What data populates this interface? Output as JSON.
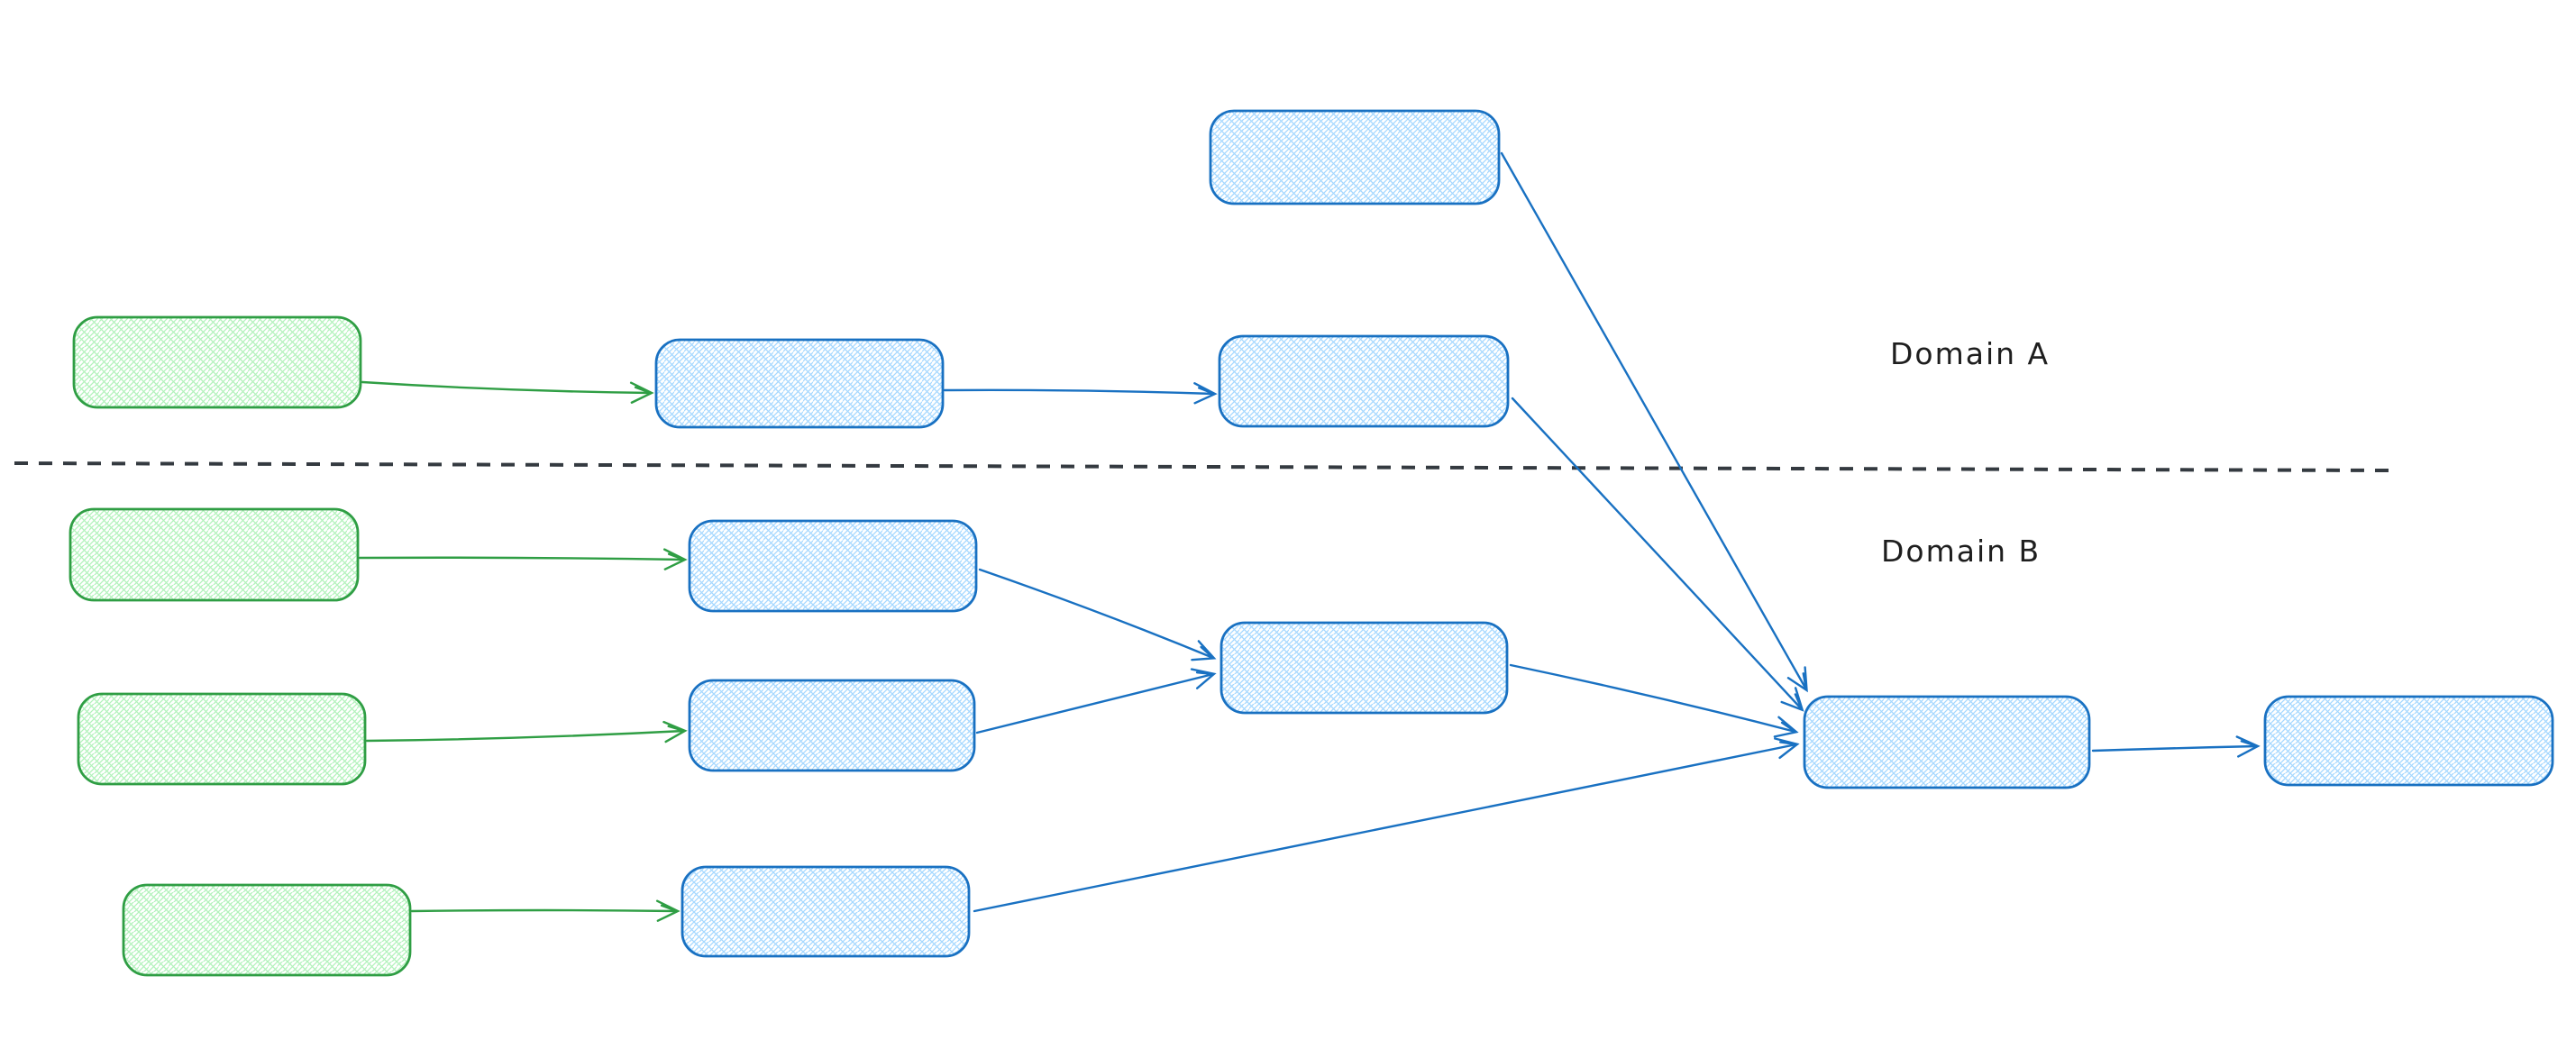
{
  "labels": {
    "domain_a": "Domain A",
    "domain_b": "Domain B"
  },
  "colors": {
    "blue_stroke": "#1971c2",
    "blue_fill": "#a5d8ff",
    "green_stroke": "#2f9e44",
    "green_fill": "#b2f2bb",
    "divider": "#343a40",
    "label_text": "#1e1e1e",
    "background": "#ffffff"
  },
  "diagram": {
    "domains": [
      {
        "id": "A",
        "label": "Domain A",
        "position": "above dashed divider"
      },
      {
        "id": "B",
        "label": "Domain B",
        "position": "below dashed divider"
      }
    ],
    "nodes": [
      {
        "id": "blue-top",
        "color": "blue",
        "domain": "A",
        "text": ""
      },
      {
        "id": "green-a",
        "color": "green",
        "domain": "A",
        "text": ""
      },
      {
        "id": "blue-a1",
        "color": "blue",
        "domain": "A",
        "text": ""
      },
      {
        "id": "blue-a2",
        "color": "blue",
        "domain": "A",
        "text": ""
      },
      {
        "id": "green-b1",
        "color": "green",
        "domain": "B",
        "text": ""
      },
      {
        "id": "blue-b1",
        "color": "blue",
        "domain": "B",
        "text": ""
      },
      {
        "id": "green-b2",
        "color": "green",
        "domain": "B",
        "text": ""
      },
      {
        "id": "blue-b2",
        "color": "blue",
        "domain": "B",
        "text": ""
      },
      {
        "id": "blue-b-merge",
        "color": "blue",
        "domain": "B",
        "text": ""
      },
      {
        "id": "green-b3",
        "color": "green",
        "domain": "B",
        "text": ""
      },
      {
        "id": "blue-b3",
        "color": "blue",
        "domain": "B",
        "text": ""
      },
      {
        "id": "blue-right-merge",
        "color": "blue",
        "domain": "B",
        "text": ""
      },
      {
        "id": "blue-final",
        "color": "blue",
        "domain": "B",
        "text": ""
      }
    ],
    "edges": [
      {
        "from": "green-a",
        "to": "blue-a1",
        "color": "green"
      },
      {
        "from": "blue-a1",
        "to": "blue-a2",
        "color": "blue"
      },
      {
        "from": "blue-top",
        "to": "blue-right-merge",
        "color": "blue"
      },
      {
        "from": "blue-a2",
        "to": "blue-right-merge",
        "color": "blue"
      },
      {
        "from": "green-b1",
        "to": "blue-b1",
        "color": "green"
      },
      {
        "from": "green-b2",
        "to": "blue-b2",
        "color": "green"
      },
      {
        "from": "blue-b1",
        "to": "blue-b-merge",
        "color": "blue"
      },
      {
        "from": "blue-b2",
        "to": "blue-b-merge",
        "color": "blue"
      },
      {
        "from": "blue-b-merge",
        "to": "blue-right-merge",
        "color": "blue"
      },
      {
        "from": "green-b3",
        "to": "blue-b3",
        "color": "green"
      },
      {
        "from": "blue-b3",
        "to": "blue-right-merge",
        "color": "blue"
      },
      {
        "from": "blue-right-merge",
        "to": "blue-final",
        "color": "blue"
      }
    ]
  }
}
